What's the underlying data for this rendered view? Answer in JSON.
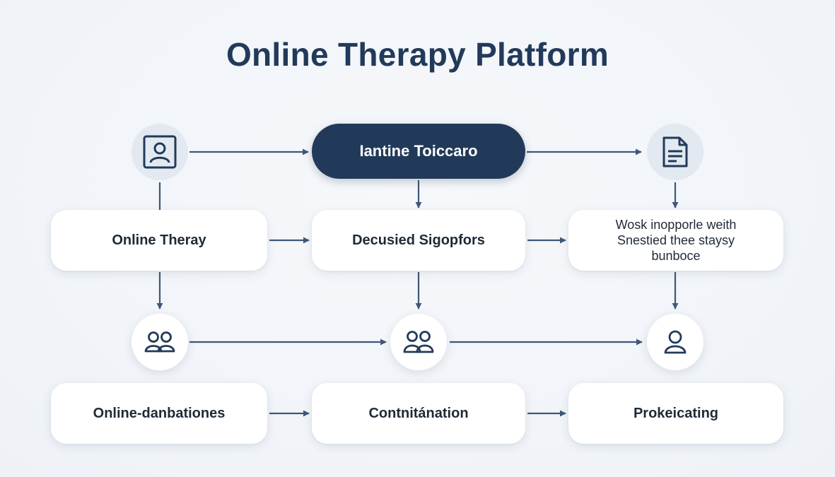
{
  "title": "Online Therapy Platform",
  "nodes": {
    "center_top": "Iantine Toiccaro",
    "row1_left": "Online Theray",
    "row1_middle": "Decusied Sigopfors",
    "row1_right": "Wosk inopporle weith\nSnestied thee staysy\nbunboce",
    "row2_left": "Online-danbationes",
    "row2_middle": "Contnitánation",
    "row2_right": "Prokeicating"
  },
  "icons": {
    "top_left": "profile-card-icon",
    "top_right": "document-icon",
    "mid_left": "user-group-icon",
    "mid_center": "user-group-icon",
    "mid_right": "single-user-icon"
  },
  "colors": {
    "primary": "#223a5a",
    "arrow": "#3f5878",
    "box": "#ffffff",
    "icon_bg": "#e3e9f0",
    "background": "#f1f4f8"
  }
}
